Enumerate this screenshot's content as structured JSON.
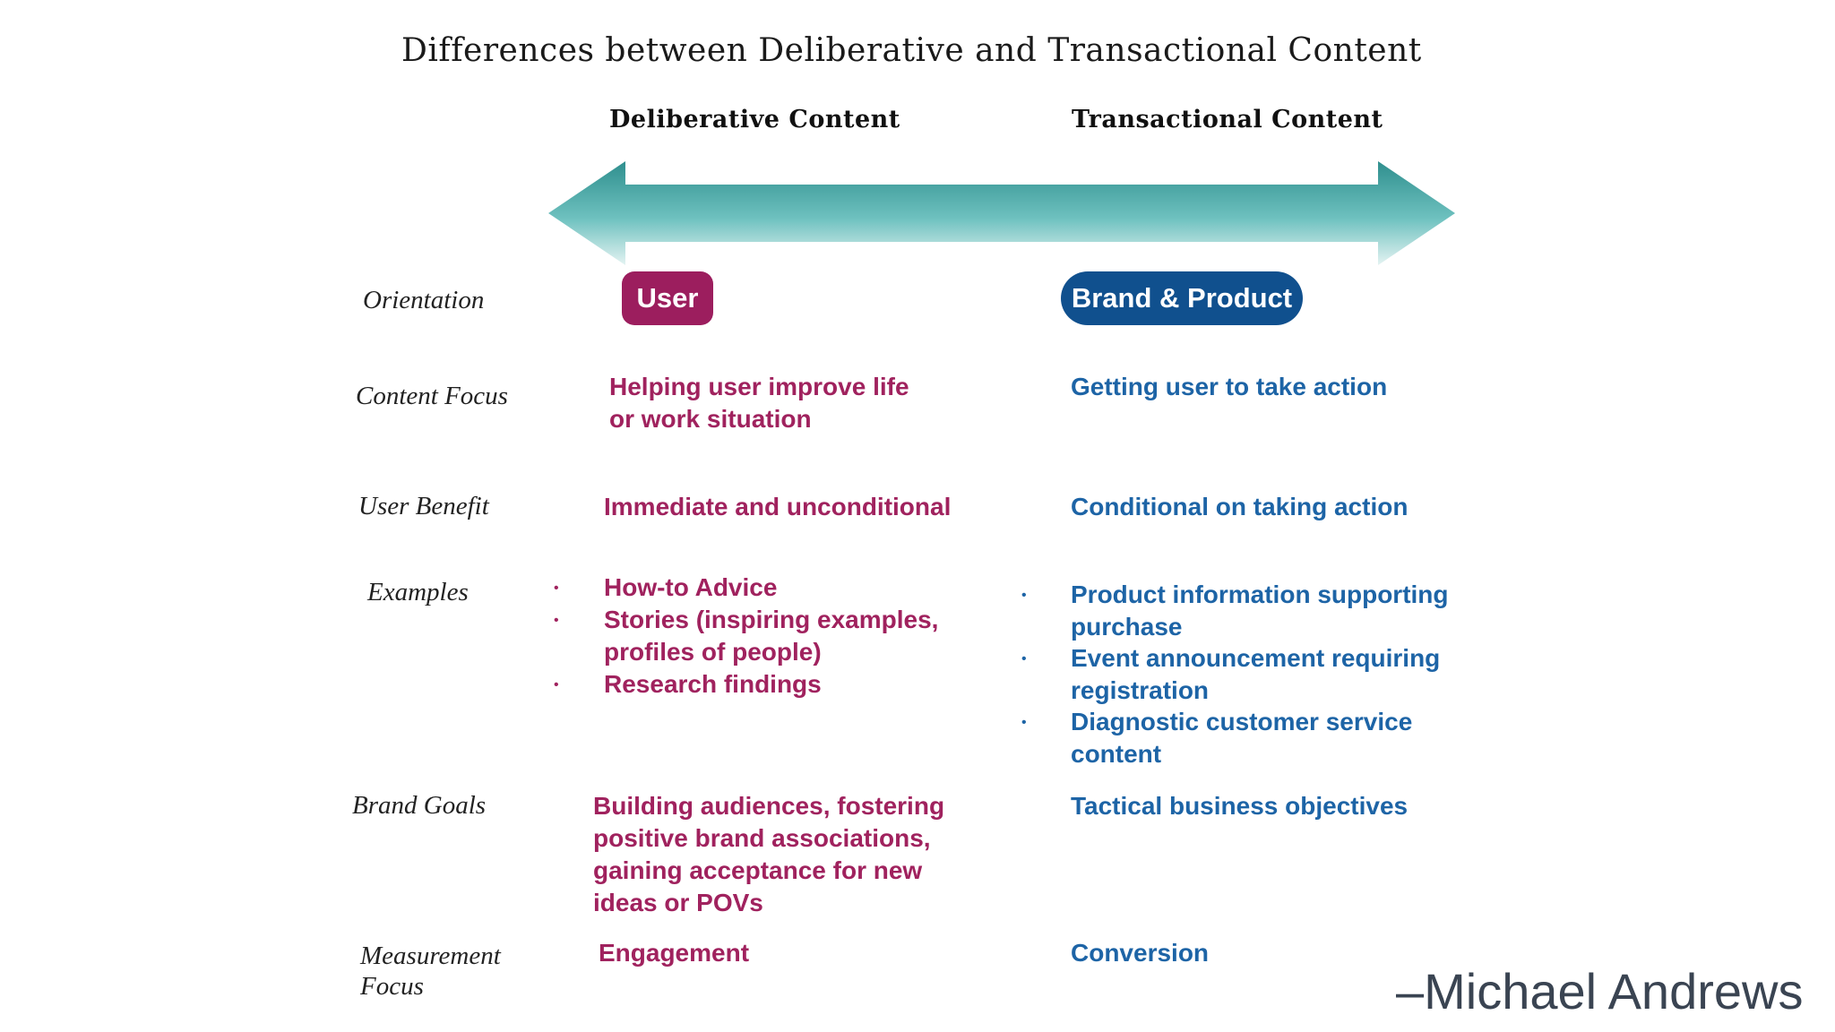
{
  "title": "Differences between Deliberative and Transactional Content",
  "columns": {
    "deliberative": "Deliberative Content",
    "transactional": "Transactional Content"
  },
  "colors": {
    "deliberative": "#a0225e",
    "transactional": "#1d64a6",
    "arrow": "#5fb8b6"
  },
  "rows": {
    "orientation": {
      "label": "Orientation",
      "deliberative": "User",
      "transactional": "Brand & Product"
    },
    "content_focus": {
      "label": "Content Focus",
      "deliberative": "Helping user improve life or work situation",
      "transactional": "Getting user to take action"
    },
    "user_benefit": {
      "label": "User Benefit",
      "deliberative": "Immediate and unconditional",
      "transactional": "Conditional on taking action"
    },
    "examples": {
      "label": "Examples",
      "deliberative": [
        "How-to Advice",
        "Stories (inspiring examples, profiles of people)",
        "Research findings"
      ],
      "transactional": [
        "Product information supporting purchase",
        "Event announcement requiring registration",
        "Diagnostic customer service content"
      ]
    },
    "brand_goals": {
      "label": "Brand Goals",
      "deliberative": "Building audiences, fostering positive brand associations, gaining acceptance for new ideas or POVs",
      "transactional": "Tactical business objectives"
    },
    "measurement_focus": {
      "label": "Measurement Focus",
      "deliberative": "Engagement",
      "transactional": "Conversion"
    }
  },
  "attribution": "–Michael Andrews"
}
